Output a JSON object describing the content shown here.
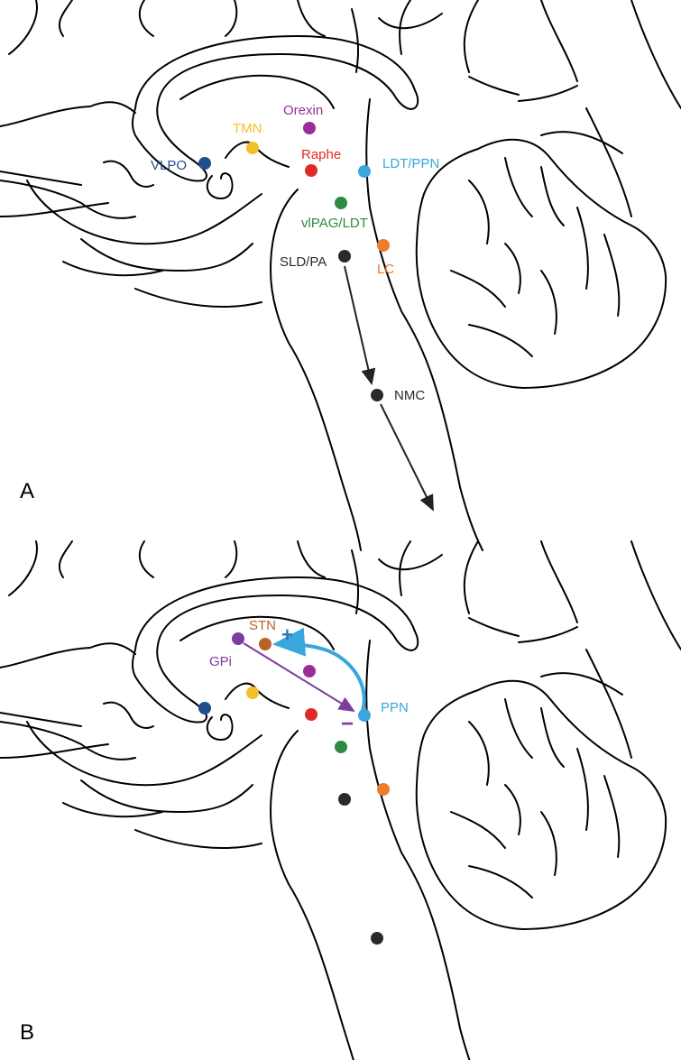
{
  "panels": [
    {
      "label": "A",
      "nuclei": [
        {
          "key": "orexin",
          "label": "Orexin",
          "color": "#9b2d96"
        },
        {
          "key": "tmn",
          "label": "TMN",
          "color": "#f2bf2c"
        },
        {
          "key": "vlpo",
          "label": "VLPO",
          "color": "#1f4e8c"
        },
        {
          "key": "raphe",
          "label": "Raphe",
          "color": "#e02a2a"
        },
        {
          "key": "ldtppn",
          "label": "LDT/PPN",
          "color": "#3aa6dc"
        },
        {
          "key": "vlpag",
          "label": "vlPAG/LDT",
          "color": "#2e8b3e"
        },
        {
          "key": "lc",
          "label": "LC",
          "color": "#ee7d2b"
        },
        {
          "key": "sld",
          "label": "SLD/PA",
          "color": "#2a2a2a"
        },
        {
          "key": "nmc",
          "label": "NMC",
          "color": "#2a2a2a"
        }
      ]
    },
    {
      "label": "B",
      "nuclei": [
        {
          "key": "stn",
          "label": "STN",
          "color": "#b8632a"
        },
        {
          "key": "gpi",
          "label": "GPi",
          "color": "#7d3ca0"
        },
        {
          "key": "ppn",
          "label": "PPN",
          "color": "#3aa6dc"
        }
      ],
      "signs": {
        "plus": "+",
        "minus": "−"
      }
    }
  ]
}
